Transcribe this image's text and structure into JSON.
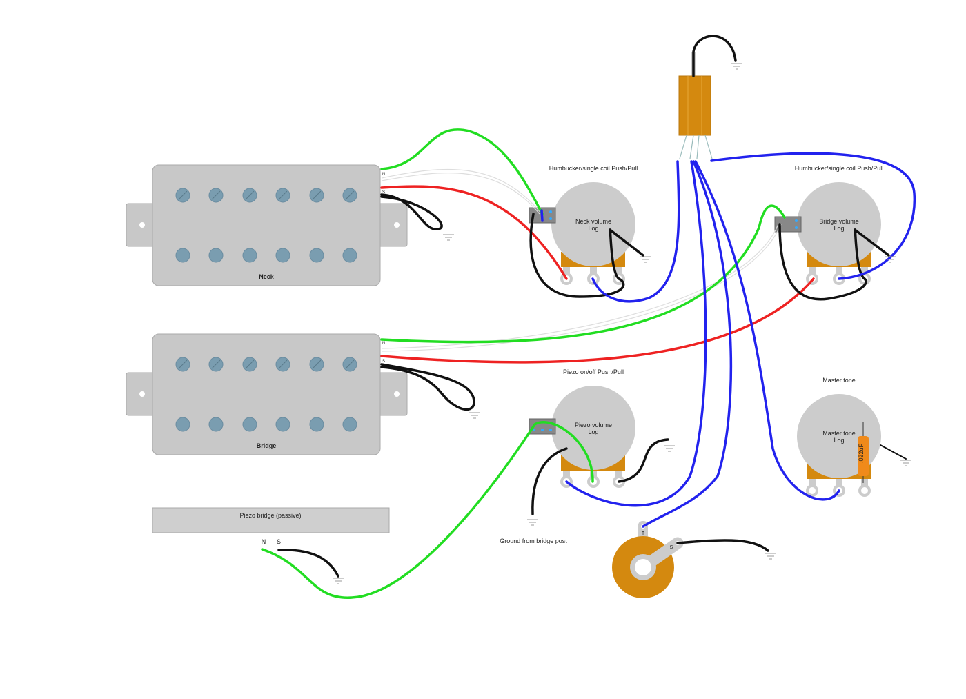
{
  "pickups": {
    "neck": {
      "label": "Neck",
      "leads": [
        "N",
        "S"
      ]
    },
    "bridge": {
      "label": "Bridge",
      "leads": [
        "N",
        "S"
      ]
    }
  },
  "pots": {
    "neck": {
      "title": "Humbucker/single coil Push/Pull",
      "name": "Neck volume",
      "taper": "Log"
    },
    "bridge": {
      "title": "Humbucker/single coil Push/Pull",
      "name": "Bridge volume",
      "taper": "Log"
    },
    "piezo": {
      "title": "Piezo on/off Push/Pull",
      "name": "Piezo volume",
      "taper": "Log"
    },
    "tone": {
      "title": "Master tone",
      "name": "Master tone",
      "taper": "Log"
    }
  },
  "capacitor": {
    "value": ".022uF"
  },
  "piezo": {
    "label": "Piezo bridge (passive)",
    "lead_n": "N",
    "lead_s": "S"
  },
  "ground_note": "Ground from bridge post",
  "jack": {
    "tip": "T",
    "sleeve": "S"
  },
  "colors": {
    "green": "#22dd22",
    "red": "#ee2222",
    "black": "#111111",
    "blue": "#2222ee",
    "pot_body": "#cccccc",
    "brass": "#d4890f",
    "pickup": "#c8c8c8",
    "pole": "#7a9db0"
  }
}
